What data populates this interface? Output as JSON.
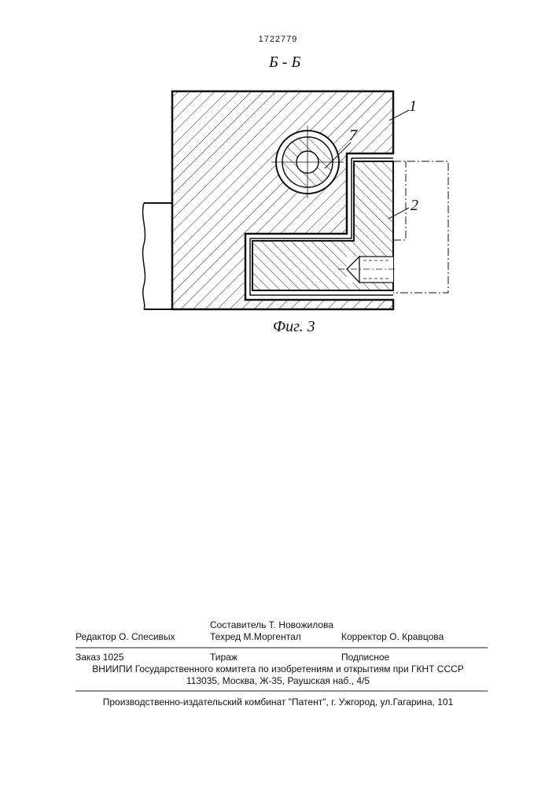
{
  "header": {
    "doc_number": "1722779",
    "section_mark": "Б - Б",
    "figure_caption": "Фиг. 3"
  },
  "drawing": {
    "part_labels": [
      "1",
      "7",
      "2"
    ]
  },
  "imprint": {
    "compiler": "Составитель  Т. Новожилова",
    "editor": "Редактор  О. Спесивых",
    "techred": "Техред М.Моргентал",
    "corrector": "Корректор  О. Кравцова",
    "order": "Заказ  1025",
    "circulation": "Тираж",
    "subscription": "Подписное",
    "committee": "ВНИИПИ Государственного комитета по изобретениям и открытиям при ГКНТ СССР",
    "address": "113035, Москва, Ж-35, Раушская наб., 4/5",
    "publisher": "Производственно-издательский комбинат \"Патент\", г. Ужгород, ул.Гагарина, 101"
  }
}
